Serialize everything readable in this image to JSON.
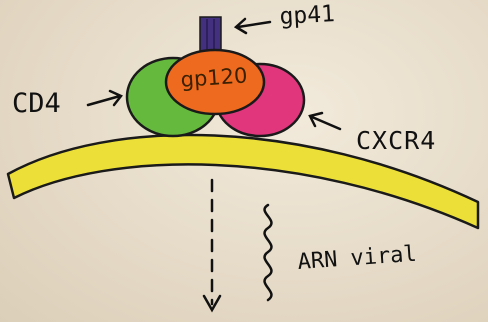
{
  "labels": {
    "gp41": "gp41",
    "gp120": "gp120",
    "cd4": "CD4",
    "cxcr4": "CXCR4",
    "arn_viral": "ARN viral"
  },
  "colors": {
    "paper": "#e9dfce",
    "membrane": "#ece038",
    "cd4": "#65b93c",
    "gp120": "#ee6a1e",
    "cxcr4": "#e2367c",
    "gp41": "#43307e",
    "ink": "#111111"
  }
}
